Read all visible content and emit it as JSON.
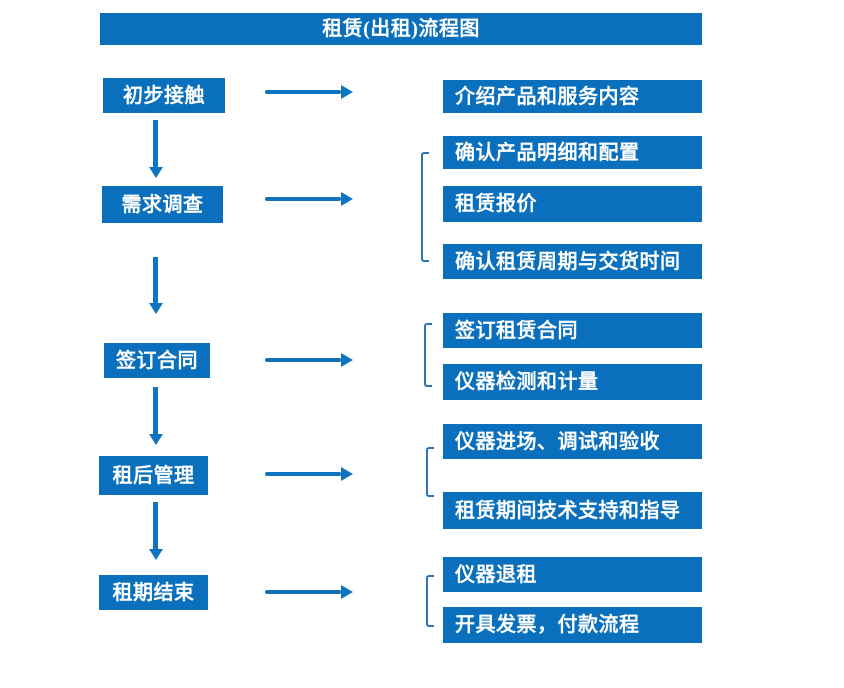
{
  "title": "租赁(出租)流程图",
  "colors": {
    "box_blue": "#0a70bd",
    "arrow_blue": "#0e73c0",
    "bracket_blue": "#2e75b6",
    "text_white": "#ffffff",
    "background": "#ffffff"
  },
  "flow": {
    "stages": [
      {
        "label": "初步接触",
        "details": [
          "介绍产品和服务内容"
        ]
      },
      {
        "label": "需求调查",
        "details": [
          "确认产品明细和配置",
          "租赁报价",
          "确认租赁周期与交货时间"
        ]
      },
      {
        "label": "签订合同",
        "details": [
          "签订租赁合同",
          "仪器检测和计量"
        ]
      },
      {
        "label": "租后管理",
        "details": [
          "仪器进场、调试和验收",
          "租赁期间技术支持和指导"
        ]
      },
      {
        "label": "租期结束",
        "details": [
          "仪器退租",
          "开具发票，付款流程"
        ]
      }
    ]
  }
}
